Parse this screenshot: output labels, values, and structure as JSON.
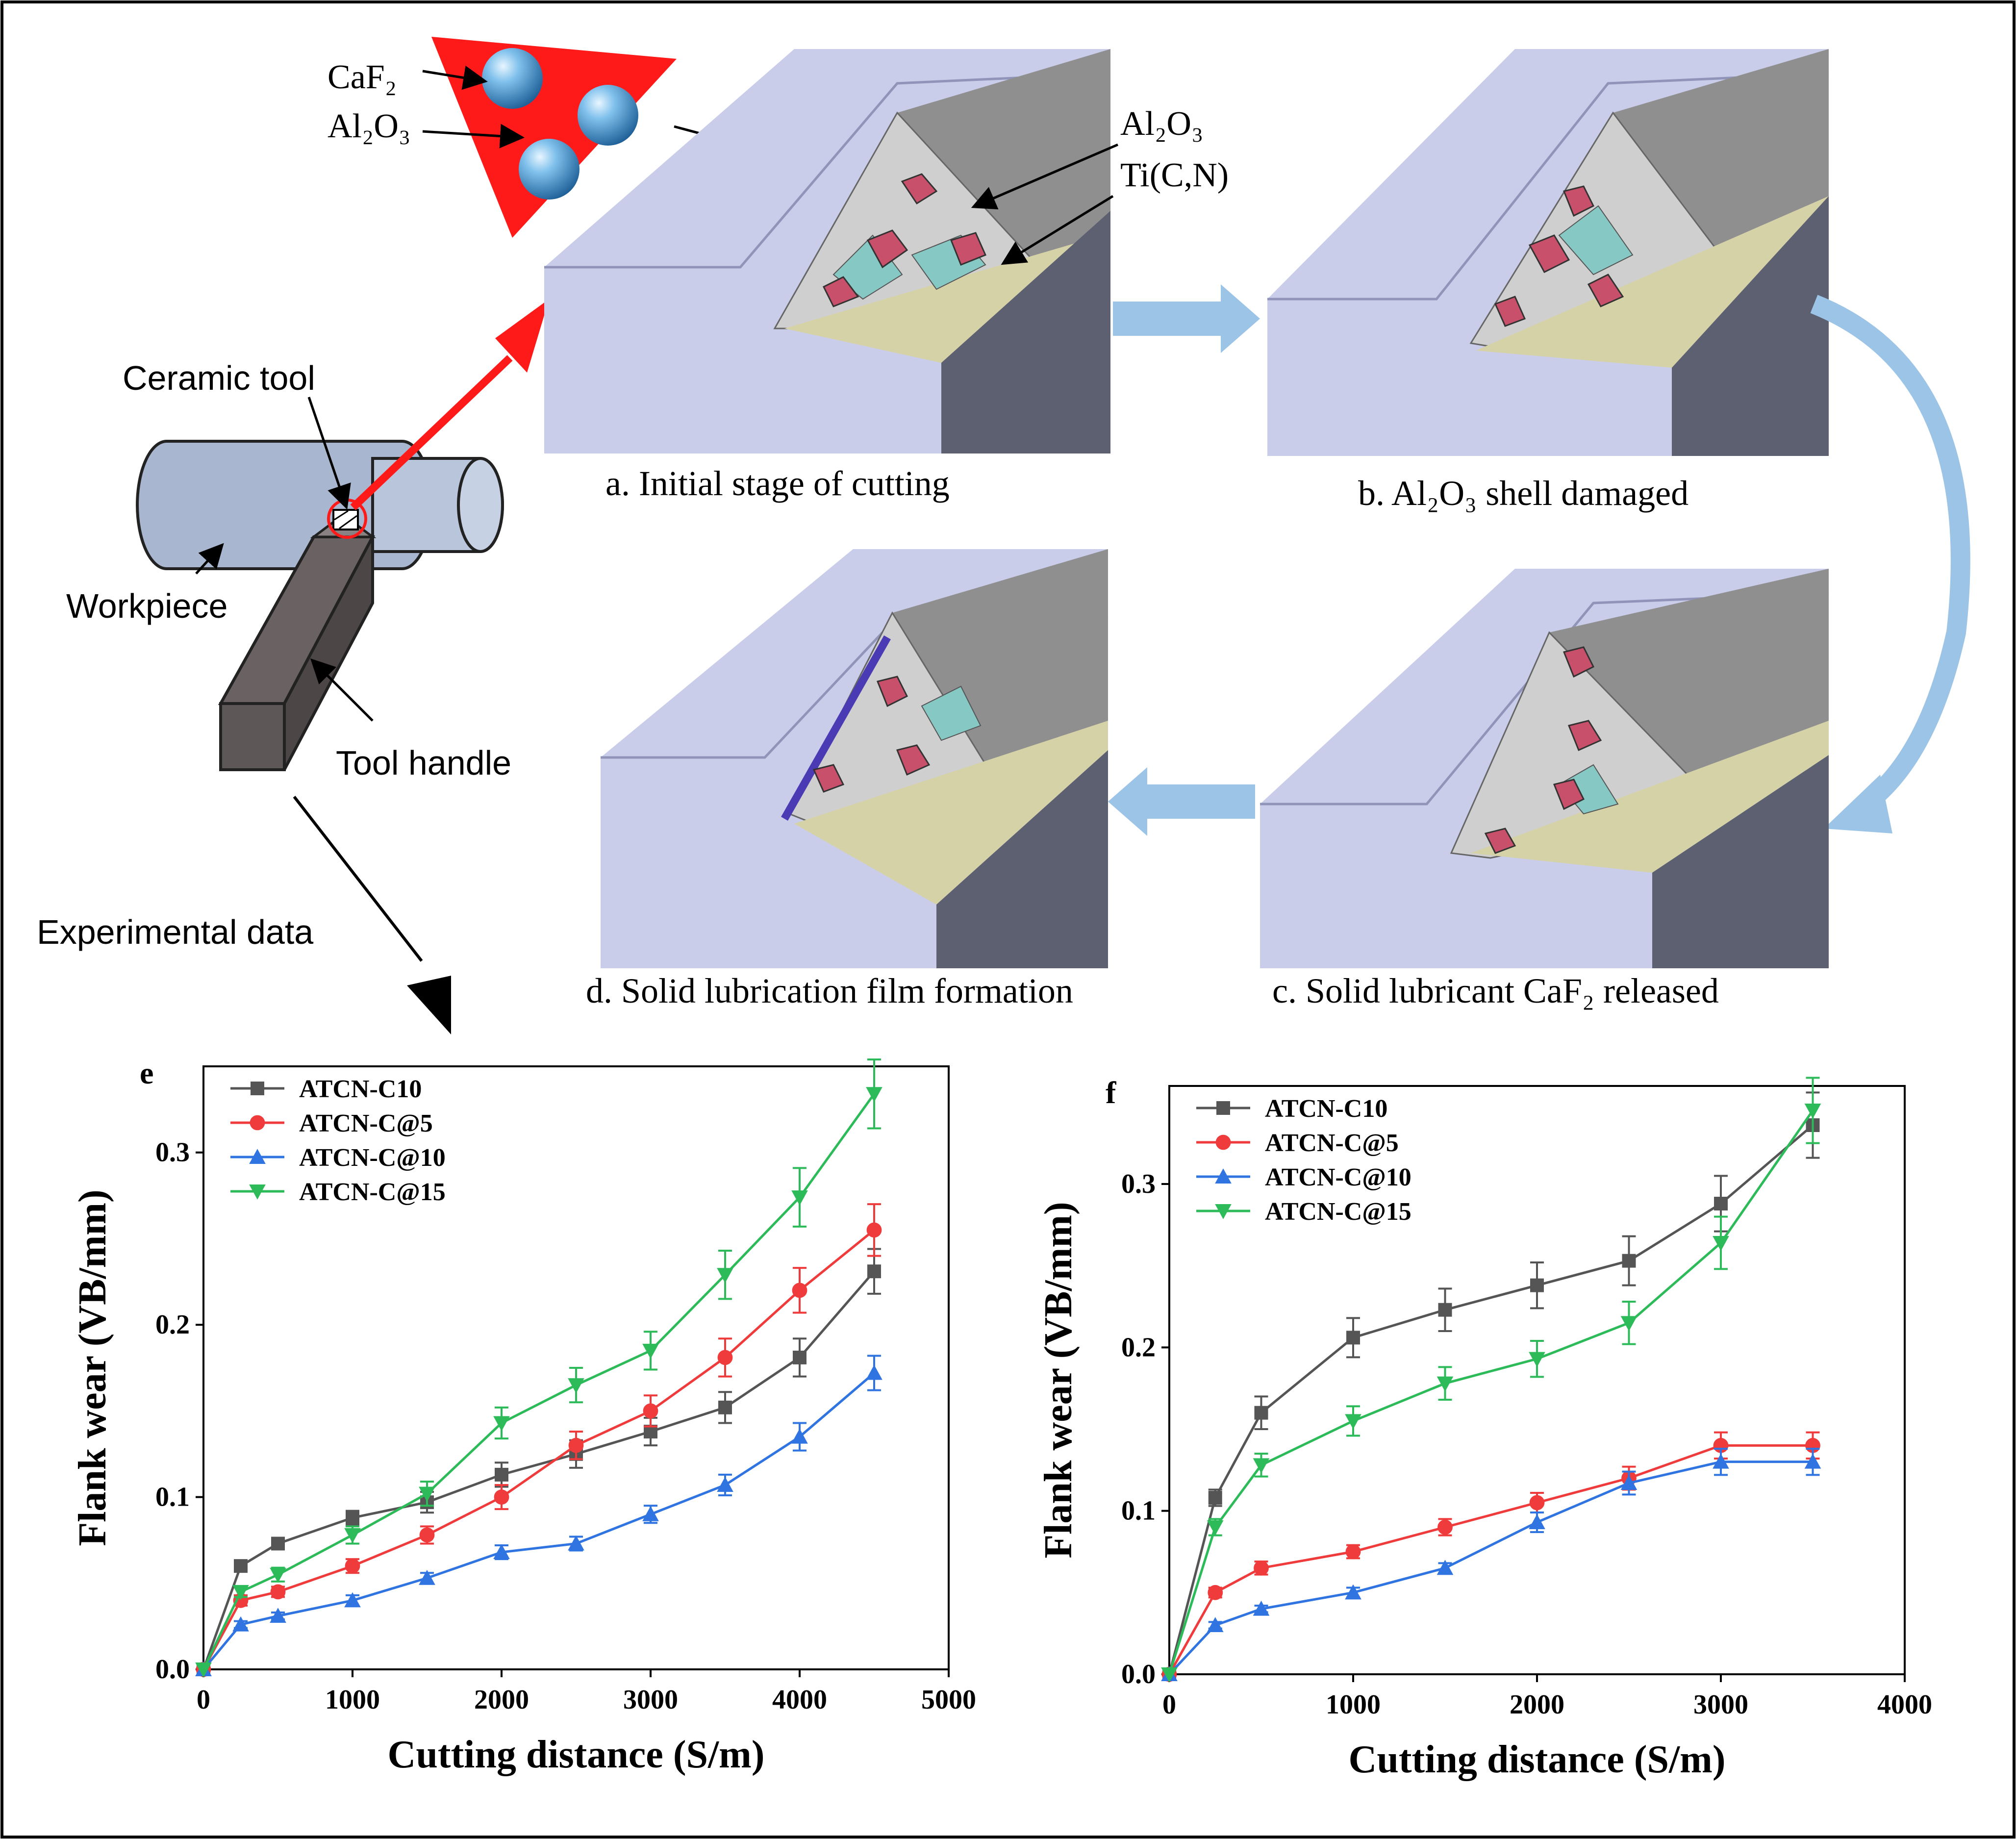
{
  "schematic": {
    "particle_labels": [
      "CaF₂",
      "Al₂O₃"
    ],
    "grain_labels": [
      "Al₂O₃",
      "Ti(C,N)"
    ],
    "ceramic_tool": "Ceramic tool",
    "workpiece": "Workpiece",
    "tool_handle": "Tool handle",
    "experimental_data": "Experimental data",
    "stages": {
      "a": "a.  Initial stage of  cutting",
      "b": "b.  Al₂O₃ shell damaged",
      "c": "c.  Solid lubricant CaF₂ released",
      "d": "d.  Solid lubrication film formation"
    }
  },
  "colors": {
    "c10": "#555555",
    "c5": "#ef3b3b",
    "c10at": "#2f74e0",
    "c15": "#2dbb5a",
    "tool_red": "#ff1a1a",
    "tool_face": "#c9cdea",
    "grain_teal": "#86c9c4",
    "grain_red": "#c8506a",
    "arrow_blue": "#9cc4e6"
  },
  "chart_data": [
    {
      "panel": "e",
      "type": "line",
      "xlabel": "Cutting distance (S/m)",
      "ylabel": "Flank wear (VB/mm)",
      "xlim": [
        0,
        5000
      ],
      "ylim": [
        0,
        0.35
      ],
      "xticks": [
        0,
        1000,
        2000,
        3000,
        4000,
        5000
      ],
      "yticks": [
        0.0,
        0.1,
        0.2,
        0.3
      ],
      "xtick_labels": [
        "0",
        "1000",
        "2000",
        "3000",
        "4000",
        "5000"
      ],
      "ytick_labels": [
        "0.0",
        "0.1",
        "0.2",
        "0.3"
      ],
      "legend_position": "top-left",
      "x": [
        0,
        250,
        500,
        1000,
        1500,
        2000,
        2500,
        3000,
        3500,
        4000,
        4500
      ],
      "series": [
        {
          "name": "ATCN-C10",
          "marker": "square",
          "values": [
            0,
            0.06,
            0.073,
            0.088,
            0.097,
            0.113,
            0.125,
            0.138,
            0.152,
            0.181,
            0.231
          ],
          "errors": [
            0,
            0.003,
            0.003,
            0.004,
            0.006,
            0.007,
            0.008,
            0.008,
            0.009,
            0.011,
            0.013
          ]
        },
        {
          "name": "ATCN-C@5",
          "marker": "circle",
          "values": [
            0,
            0.04,
            0.045,
            0.06,
            0.078,
            0.1,
            0.13,
            0.15,
            0.181,
            0.22,
            0.255
          ],
          "errors": [
            0,
            0.003,
            0.003,
            0.004,
            0.005,
            0.007,
            0.008,
            0.009,
            0.011,
            0.013,
            0.015
          ]
        },
        {
          "name": "ATCN-C@10",
          "marker": "triangle-up",
          "values": [
            0,
            0.026,
            0.031,
            0.04,
            0.053,
            0.068,
            0.073,
            0.09,
            0.107,
            0.135,
            0.172
          ],
          "errors": [
            0,
            0.002,
            0.002,
            0.003,
            0.003,
            0.004,
            0.004,
            0.005,
            0.006,
            0.008,
            0.01
          ]
        },
        {
          "name": "ATCN-C@15",
          "marker": "triangle-down",
          "values": [
            0,
            0.045,
            0.055,
            0.078,
            0.102,
            0.143,
            0.165,
            0.185,
            0.229,
            0.274,
            0.334
          ],
          "errors": [
            0,
            0.003,
            0.004,
            0.005,
            0.007,
            0.009,
            0.01,
            0.011,
            0.014,
            0.017,
            0.02
          ]
        }
      ]
    },
    {
      "panel": "f",
      "type": "line",
      "xlabel": "Cutting distance (S/m)",
      "ylabel": "Flank wear (VB/mm)",
      "xlim": [
        0,
        4000
      ],
      "ylim": [
        0,
        0.36
      ],
      "xticks": [
        0,
        1000,
        2000,
        3000,
        4000
      ],
      "yticks": [
        0.0,
        0.1,
        0.2,
        0.3
      ],
      "xtick_labels": [
        "0",
        "1000",
        "2000",
        "3000",
        "4000"
      ],
      "ytick_labels": [
        "0.0",
        "0.1",
        "0.2",
        "0.3"
      ],
      "legend_position": "top-left",
      "x": [
        0,
        250,
        500,
        1000,
        1500,
        2000,
        2500,
        3000,
        3500
      ],
      "series": [
        {
          "name": "ATCN-C10",
          "marker": "square",
          "values": [
            0,
            0.108,
            0.16,
            0.206,
            0.223,
            0.238,
            0.253,
            0.288,
            0.336
          ],
          "errors": [
            0,
            0.005,
            0.01,
            0.012,
            0.013,
            0.014,
            0.015,
            0.017,
            0.02
          ]
        },
        {
          "name": "ATCN-C@5",
          "marker": "circle",
          "values": [
            0,
            0.05,
            0.065,
            0.075,
            0.09,
            0.105,
            0.12,
            0.14,
            0.14
          ],
          "errors": [
            0,
            0.003,
            0.004,
            0.004,
            0.005,
            0.006,
            0.007,
            0.008,
            0.008
          ]
        },
        {
          "name": "ATCN-C@10",
          "marker": "triangle-up",
          "values": [
            0,
            0.03,
            0.04,
            0.05,
            0.065,
            0.093,
            0.117,
            0.13,
            0.13
          ],
          "errors": [
            0,
            0.002,
            0.002,
            0.003,
            0.003,
            0.006,
            0.007,
            0.008,
            0.008
          ]
        },
        {
          "name": "ATCN-C@15",
          "marker": "triangle-down",
          "values": [
            0,
            0.09,
            0.128,
            0.155,
            0.178,
            0.193,
            0.215,
            0.264,
            0.345
          ],
          "errors": [
            0,
            0.005,
            0.007,
            0.009,
            0.01,
            0.011,
            0.013,
            0.016,
            0.02
          ]
        }
      ]
    }
  ]
}
